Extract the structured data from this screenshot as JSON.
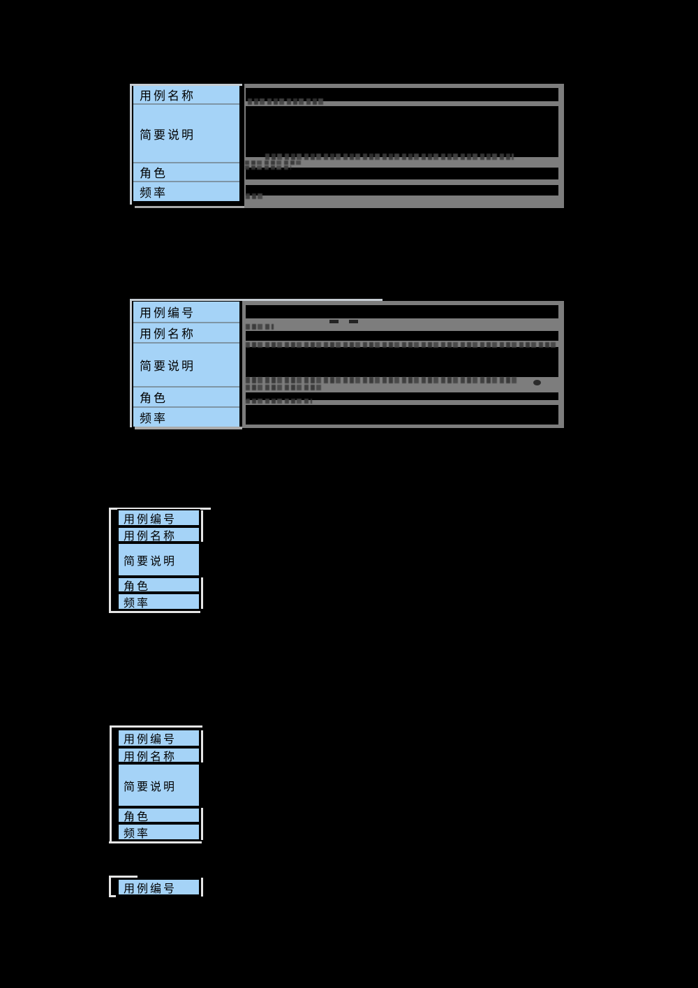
{
  "colors": {
    "page_background": "#000000",
    "label_cell_blue": "#a5d3f7",
    "content_band_gray": "#7d7d7d",
    "outer_accent_light": "#e6e6e6",
    "cell_border_dark": "#000000",
    "cell_separator_blue_gray": "#7e95a5",
    "illegible_fragment_dark": "#3b3b3b"
  },
  "t1": {
    "labels": [
      "用例名称",
      "简要说明",
      "角色",
      "频率"
    ]
  },
  "t2": {
    "labels": [
      "用例编号",
      "用例名称",
      "简要说明",
      "角色",
      "频率"
    ]
  },
  "t3": {
    "labels": [
      "用例编号",
      "用例名称",
      "简要说明",
      "角色",
      "频率"
    ]
  },
  "t4": {
    "labels": [
      "用例编号",
      "用例名称",
      "简要说明",
      "角色",
      "频率"
    ]
  },
  "t5": {
    "labels": [
      "用例编号"
    ]
  }
}
